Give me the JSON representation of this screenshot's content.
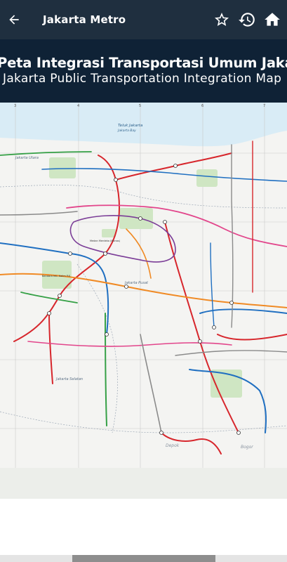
{
  "appbar": {
    "title": "Jakarta Metro",
    "back_icon": "arrow-left-icon",
    "favorite_icon": "star-outline-icon",
    "history_icon": "history-icon",
    "home_icon": "home-icon"
  },
  "map": {
    "title_id": "Peta Integrasi Transportasi Umum Jakarta",
    "title_en": "Jakarta Public Transportation Integration Map",
    "bay_label": "Teluk Jakarta",
    "bay_label_en": "Jakarta Bay",
    "regions": {
      "utara": "Jakarta Utara",
      "pusat": "Jakarta Pusat",
      "selatan": "Jakarta Selatan",
      "depok": "Depok",
      "bogor": "Bogor"
    },
    "grid_numbers": [
      "3",
      "4",
      "5",
      "6",
      "7"
    ],
    "landmark_monas": "Medan Merdeka (Monas)",
    "landmark_bandara": "Bandara Intl. Halim P.K."
  },
  "colors": {
    "appbar": "#1f2f3f",
    "header": "#0f2236",
    "sea": "#d9ecf6",
    "land": "#f4f4f2",
    "line_red": "#d7262c",
    "line_blue": "#1f6fc1",
    "line_green": "#35a046",
    "line_orange": "#f08a24",
    "line_purple": "#7b3d97",
    "line_pink": "#e2458b",
    "line_gray": "#8a8a8a",
    "scroll_thumb": "#8e8e8e"
  }
}
